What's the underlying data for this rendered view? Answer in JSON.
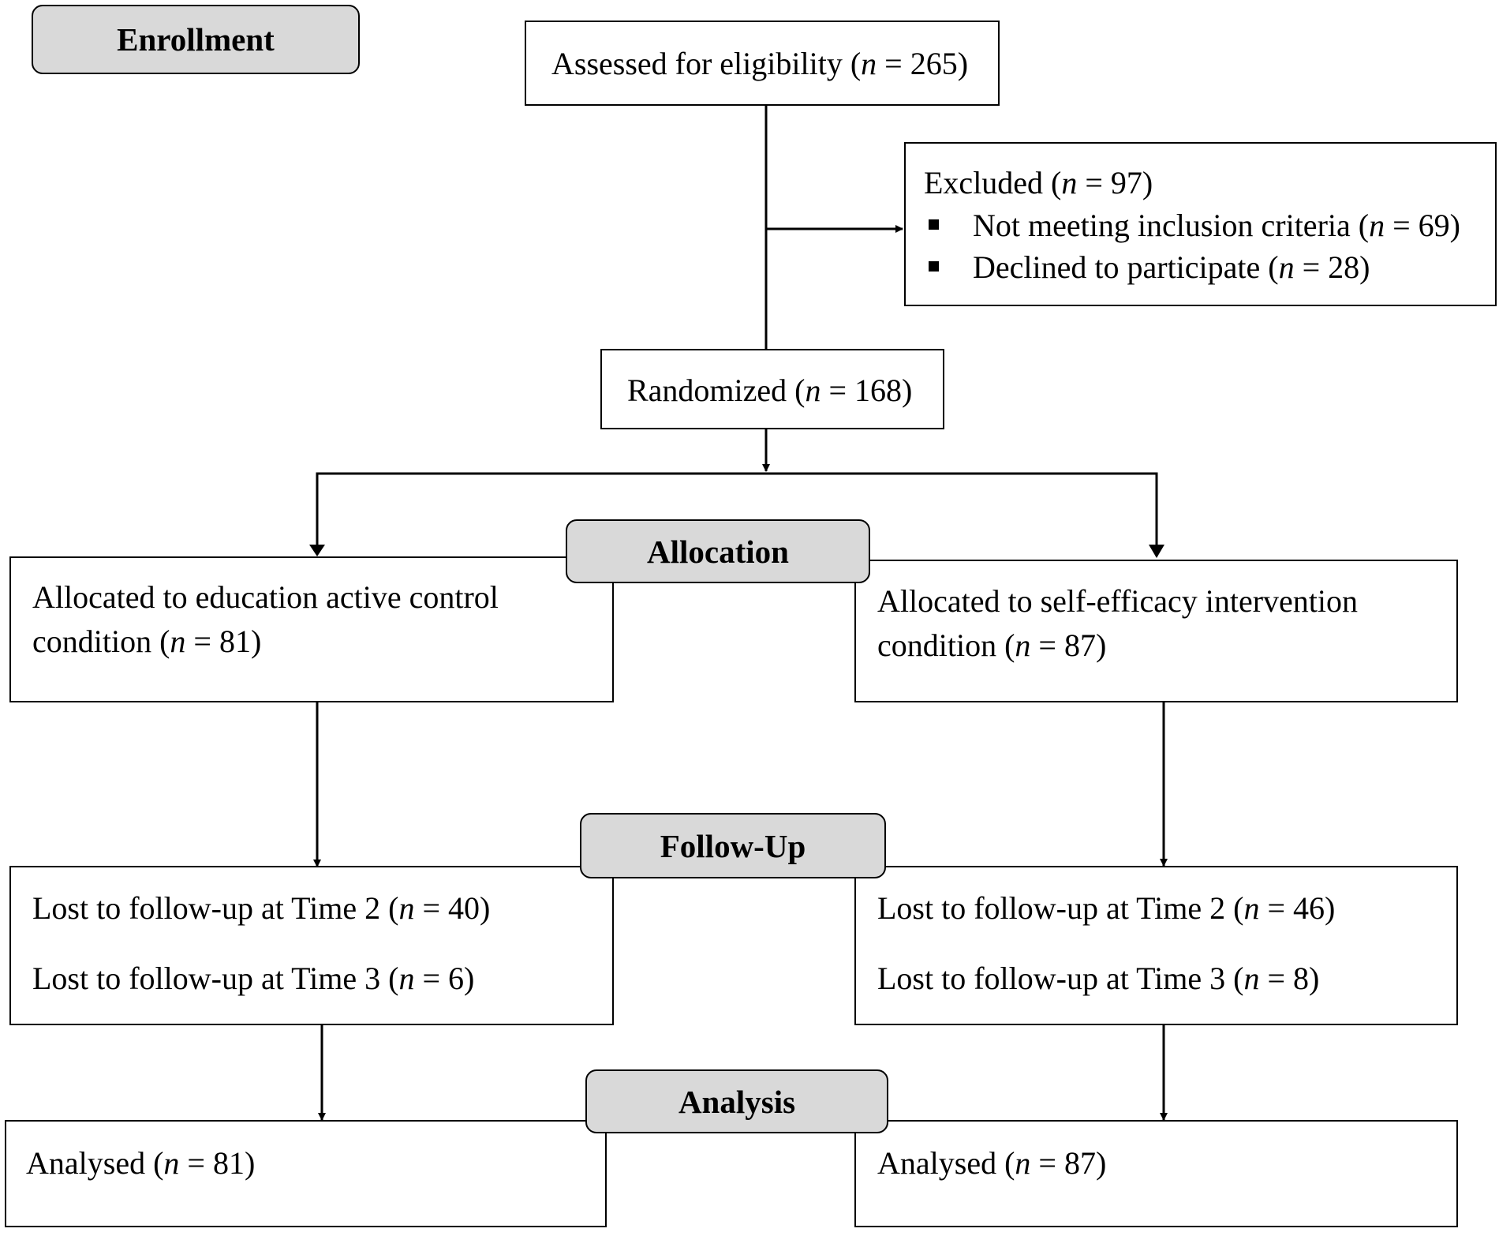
{
  "stages": {
    "enrollment": "Enrollment",
    "allocation": "Allocation",
    "followup": "Follow-Up",
    "analysis": "Analysis"
  },
  "n_symbol": "n",
  "assessed": {
    "prefix": "Assessed for eligibility (",
    "suffix": " = 265)"
  },
  "excluded": {
    "title_prefix": "Excluded (",
    "title_suffix": " = 97)",
    "items": [
      {
        "prefix": "Not meeting inclusion criteria (",
        "suffix": " = 69)"
      },
      {
        "prefix": "Declined to participate (",
        "suffix": " = 28)"
      }
    ]
  },
  "randomized": {
    "prefix": "Randomized (",
    "suffix": " = 168)"
  },
  "alloc_left": {
    "line1": "Allocated to education active control",
    "line2_prefix": "condition (",
    "line2_suffix": " = 81)"
  },
  "alloc_right": {
    "line1": "Allocated to self-efficacy intervention",
    "line2_prefix": "condition (",
    "line2_suffix": " = 87)"
  },
  "follow_left": [
    {
      "prefix": "Lost to follow-up at Time 2 (",
      "suffix": " = 40)"
    },
    {
      "prefix": "Lost to follow-up at Time 3 (",
      "suffix": " = 6)"
    }
  ],
  "follow_right": [
    {
      "prefix": "Lost to follow-up at Time 2 (",
      "suffix": " = 46)"
    },
    {
      "prefix": "Lost to follow-up at Time 3 (",
      "suffix": " = 8)"
    }
  ],
  "analysed_left": {
    "prefix": "Analysed (",
    "suffix": " = 81)"
  },
  "analysed_right": {
    "prefix": "Analysed (",
    "suffix": " = 87)"
  }
}
